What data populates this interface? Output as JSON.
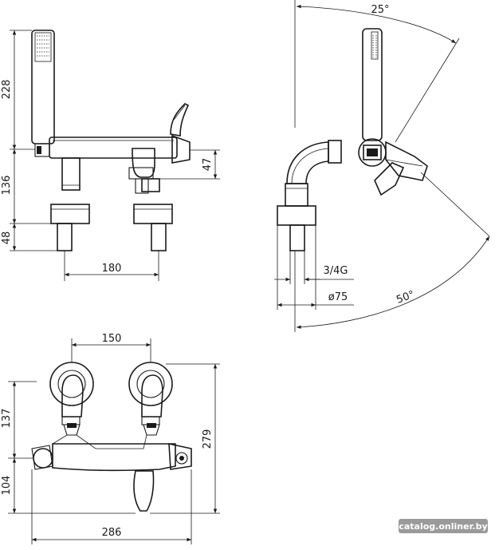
{
  "dimensions": {
    "front_height_handshower": "228",
    "front_height_body": "136",
    "front_height_inlet": "48",
    "front_outlet_drop": "47",
    "front_inlet_spacing": "180",
    "side_swivel_angle_top": "25°",
    "side_swivel_angle_bottom": "50°",
    "side_thread": "3/4G",
    "side_rosette_diameter": "ø75",
    "top_inlet_spacing": "150",
    "top_depth_rear": "137",
    "top_depth_front": "104",
    "top_total_depth": "279",
    "top_total_width": "286"
  },
  "watermark": "catalog.onliner.by",
  "colors": {
    "line": "#1a1a1a",
    "background": "#ffffff",
    "watermark": "#ffffff"
  }
}
